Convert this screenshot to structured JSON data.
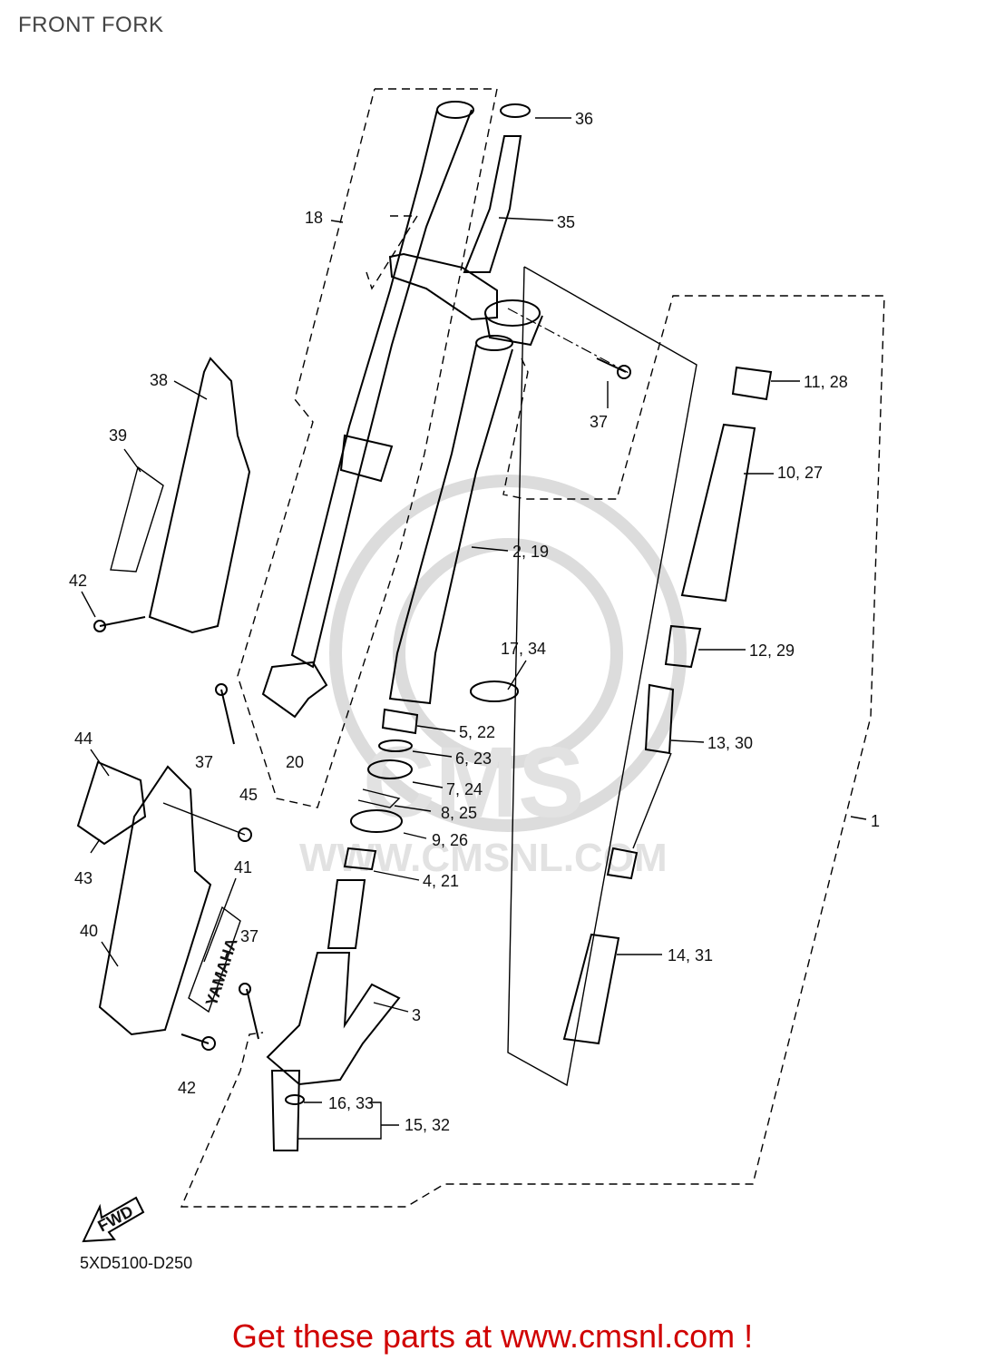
{
  "header": {
    "title": "FRONT FORK"
  },
  "footer": {
    "drawing_code": "5XD5100-D250",
    "cta": "Get these parts at www.cmsnl.com !"
  },
  "fwd_label": "FWD",
  "yamaha_decal": "YAMAHA",
  "watermark": {
    "brand": "CMS",
    "url": "WWW.CMSNL.COM"
  },
  "callouts": [
    "36",
    "35",
    "18",
    "11, 28",
    "37",
    "38",
    "10, 27",
    "39",
    "2, 19",
    "42",
    "17, 34",
    "12, 29",
    "5, 22",
    "13, 30",
    "37",
    "20",
    "6, 23",
    "44",
    "7, 24",
    "45",
    "8, 25",
    "1",
    "9, 26",
    "43",
    "41",
    "4, 21",
    "40",
    "37",
    "14, 31",
    "3",
    "42",
    "16, 33",
    "15, 32"
  ]
}
